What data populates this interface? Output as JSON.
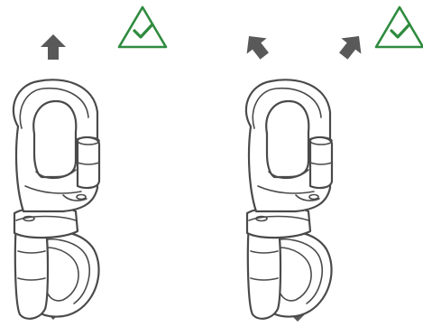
{
  "colors": {
    "arrow": "#595959",
    "line": "#4a4a4a",
    "check": "#2e8b3e",
    "background": "#ffffff"
  },
  "panels": [
    {
      "arrows_top": [
        "up"
      ],
      "arrows_bottom": [
        "down"
      ],
      "status_icon": "check-triangle-icon"
    },
    {
      "arrows_top": [
        "up-left",
        "up-right"
      ],
      "arrows_bottom": [
        "down"
      ],
      "status_icon": "check-triangle-icon"
    }
  ]
}
